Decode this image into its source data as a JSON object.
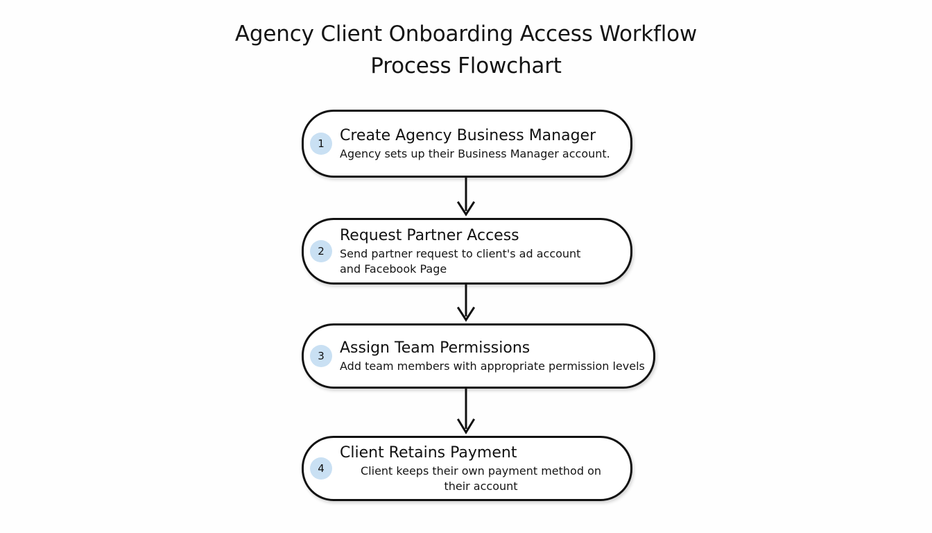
{
  "title": {
    "line1": "Agency Client Onboarding Access Workflow",
    "line2": "Process Flowchart"
  },
  "colors": {
    "background": "#fefefe",
    "box_fill": "#ffffff",
    "box_border": "#111111",
    "badge_fill": "#c9e0f3",
    "text": "#111111",
    "arrow": "#111111"
  },
  "chart_data": {
    "type": "diagram",
    "diagram_type": "flowchart",
    "orientation": "vertical",
    "title": "Agency Client Onboarding Access Workflow Process Flowchart",
    "node_count": 4,
    "nodes": [
      {
        "step": "1",
        "title": "Create Agency Business Manager",
        "desc": "Agency sets up their Business Manager account."
      },
      {
        "step": "2",
        "title": "Request Partner Access",
        "desc": "Send partner request to client's ad account\nand Facebook Page"
      },
      {
        "step": "3",
        "title": "Assign Team Permissions",
        "desc": "Add team members with appropriate permission levels"
      },
      {
        "step": "4",
        "title": "Client Retains Payment",
        "desc": "Client keeps their own payment method on\ntheir account"
      }
    ],
    "edges": [
      {
        "from": "1",
        "to": "2",
        "label": ""
      },
      {
        "from": "2",
        "to": "3",
        "label": ""
      },
      {
        "from": "3",
        "to": "4",
        "label": ""
      }
    ]
  },
  "steps": [
    {
      "number": "1",
      "title": "Create Agency Business Manager",
      "desc_line1": "Agency sets up their Business Manager account.",
      "desc_line2": ""
    },
    {
      "number": "2",
      "title": "Request Partner Access",
      "desc_line1": "Send partner request to client's ad account",
      "desc_line2": "and Facebook Page"
    },
    {
      "number": "3",
      "title": "Assign Team Permissions",
      "desc_line1": "Add team members with appropriate permission levels",
      "desc_line2": ""
    },
    {
      "number": "4",
      "title": "Client Retains Payment",
      "desc_line1": "Client keeps their own payment method on",
      "desc_line2": "their account"
    }
  ]
}
